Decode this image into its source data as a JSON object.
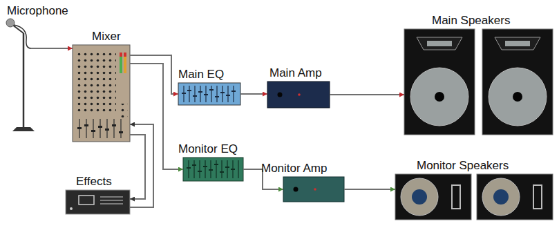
{
  "diagram": {
    "nodes": [
      {
        "text": [
          "Microphone"
        ]
      },
      {
        "text": [
          "Mixer"
        ]
      },
      {
        "text": [
          "Main EQ"
        ]
      },
      {
        "text": [
          "Main Amp"
        ]
      },
      {
        "text": [
          "Main Speakers"
        ]
      },
      {
        "text": [
          "Effects"
        ]
      },
      {
        "text": [
          "Monitor EQ"
        ]
      },
      {
        "text": [
          "Monitor Amp"
        ]
      },
      {
        "text": [
          "Monitor Speakers"
        ]
      }
    ],
    "edges": [
      {
        "from": 0,
        "to": 1,
        "arrow": "to"
      },
      {
        "from": 1,
        "to": 2,
        "arrow": "to"
      },
      {
        "from": 2,
        "to": 3,
        "arrow": "to"
      },
      {
        "from": 3,
        "to": 4,
        "arrow": "to"
      },
      {
        "from": 1,
        "to": 6,
        "arrow": "to"
      },
      {
        "from": 6,
        "to": 7,
        "arrow": "to"
      },
      {
        "from": 7,
        "to": 8,
        "arrow": "to"
      },
      {
        "from": 1,
        "to": 5,
        "arrow": "to"
      },
      {
        "from": 5,
        "to": 1,
        "arrow": "to"
      }
    ]
  }
}
